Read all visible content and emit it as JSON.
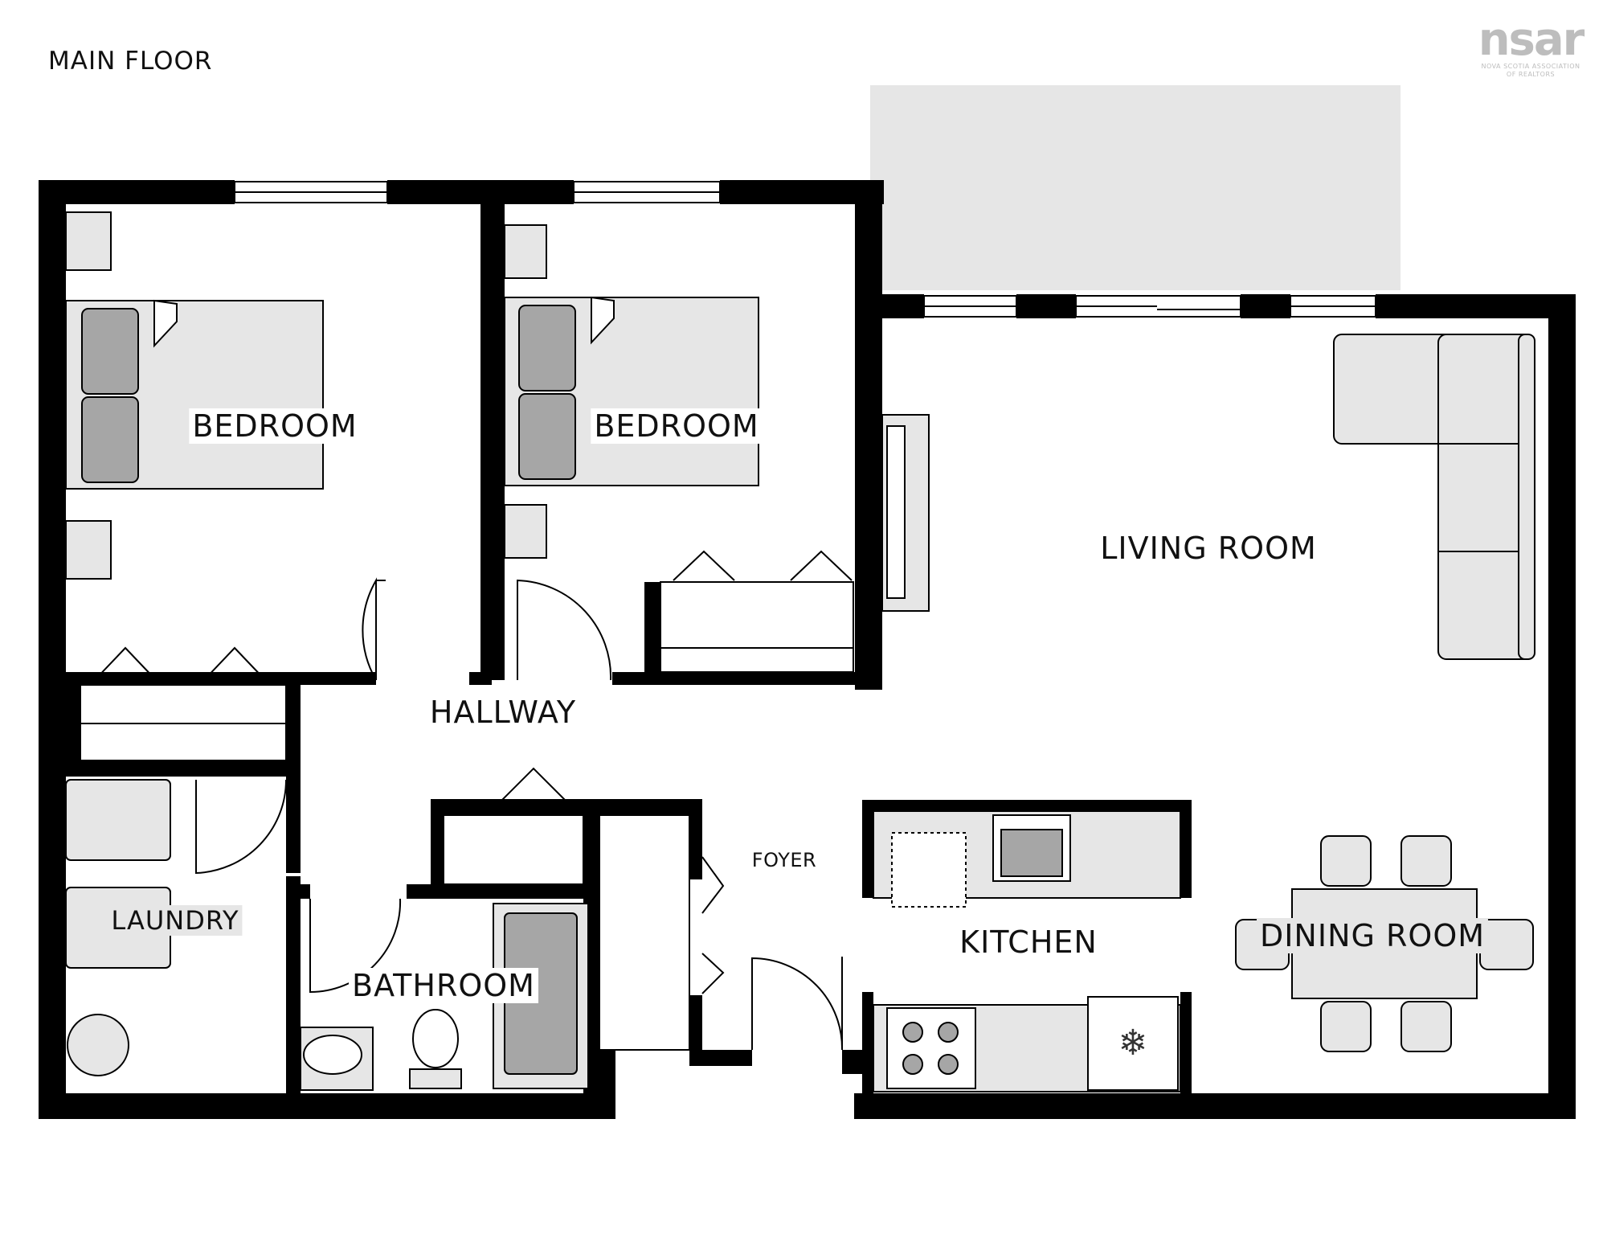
{
  "floor_label": "MAIN FLOOR",
  "logo": {
    "mark": "nsar",
    "line1": "NOVA SCOTIA ASSOCIATION",
    "line2": "OF REALTORS"
  },
  "rooms": {
    "bedroom_1": "BEDROOM",
    "bedroom_2": "BEDROOM",
    "living_room": "LIVING ROOM",
    "hallway": "HALLWAY",
    "laundry": "LAUNDRY",
    "bathroom": "BATHROOM",
    "foyer": "FOYER",
    "kitchen": "KITCHEN",
    "dining_room": "DINING ROOM"
  },
  "colors": {
    "wall": "#000000",
    "fixture_fill": "#e6e6e6",
    "fixture_dark": "#a6a6a6",
    "balcony": "#e6e6e6"
  }
}
